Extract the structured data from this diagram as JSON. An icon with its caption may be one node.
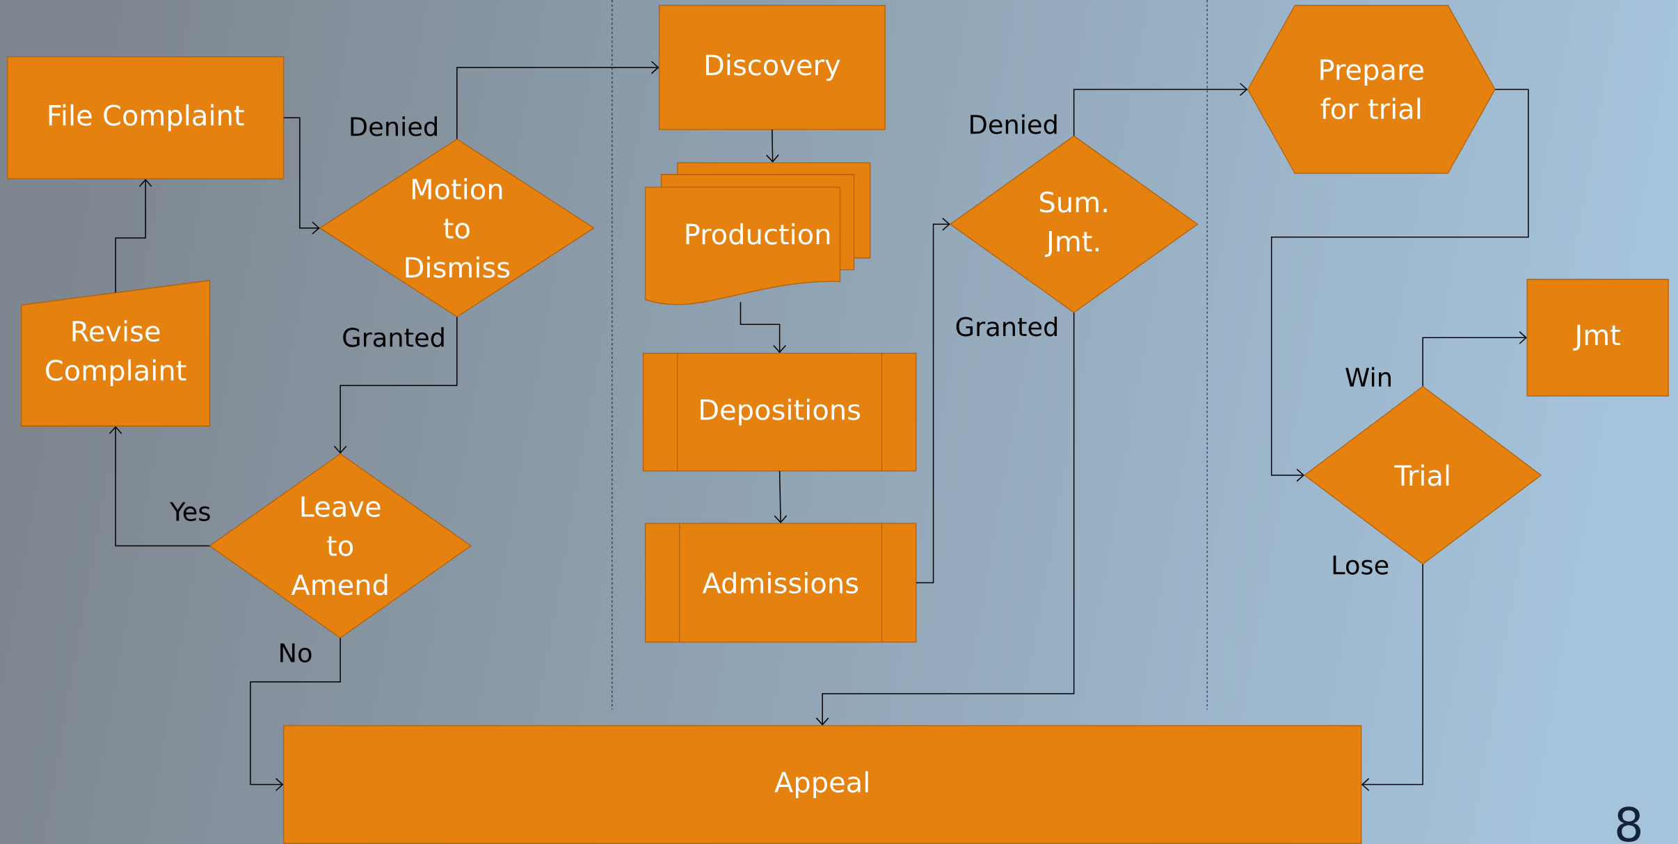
{
  "diagram": {
    "nodes": [
      {
        "text": [
          "File Complaint"
        ]
      },
      {
        "text": [
          "Motion to Dismiss"
        ]
      },
      {
        "text": [
          "Revise Complaint"
        ]
      },
      {
        "text": [
          "Leave to Amend"
        ]
      },
      {
        "text": [
          "Discovery"
        ]
      },
      {
        "text": [
          "Production"
        ]
      },
      {
        "text": [
          "Depositions"
        ]
      },
      {
        "text": [
          "Admissions"
        ]
      },
      {
        "text": [
          "Sum. Jmt."
        ]
      },
      {
        "text": [
          "Prepare for trial"
        ]
      },
      {
        "text": [
          "Jmt"
        ]
      },
      {
        "text": [
          "Trial"
        ]
      },
      {
        "text": [
          "Appeal"
        ]
      }
    ],
    "edges": [
      {
        "from": 0,
        "to": 1,
        "arrow": "to"
      },
      {
        "from": 1,
        "to": 4,
        "arrow": "to",
        "label": "Denied"
      },
      {
        "from": 1,
        "to": 3,
        "arrow": "to",
        "label": "Granted"
      },
      {
        "from": 3,
        "to": 2,
        "arrow": "to",
        "label": "Yes"
      },
      {
        "from": 3,
        "to": 12,
        "arrow": "to",
        "label": "No"
      },
      {
        "from": 2,
        "to": 0,
        "arrow": "to"
      },
      {
        "from": 4,
        "to": 5,
        "arrow": "to"
      },
      {
        "from": 5,
        "to": 6,
        "arrow": "to"
      },
      {
        "from": 6,
        "to": 7,
        "arrow": "to"
      },
      {
        "from": 7,
        "to": 8,
        "arrow": "to"
      },
      {
        "from": 8,
        "to": 9,
        "arrow": "to",
        "label": "Denied"
      },
      {
        "from": 8,
        "to": 12,
        "arrow": "to",
        "label": "Granted"
      },
      {
        "from": 9,
        "to": 11,
        "arrow": "to"
      },
      {
        "from": 11,
        "to": 10,
        "arrow": "to",
        "label": "Win"
      },
      {
        "from": 11,
        "to": 12,
        "arrow": "to",
        "label": "Lose"
      }
    ],
    "labels": [
      "8"
    ]
  }
}
